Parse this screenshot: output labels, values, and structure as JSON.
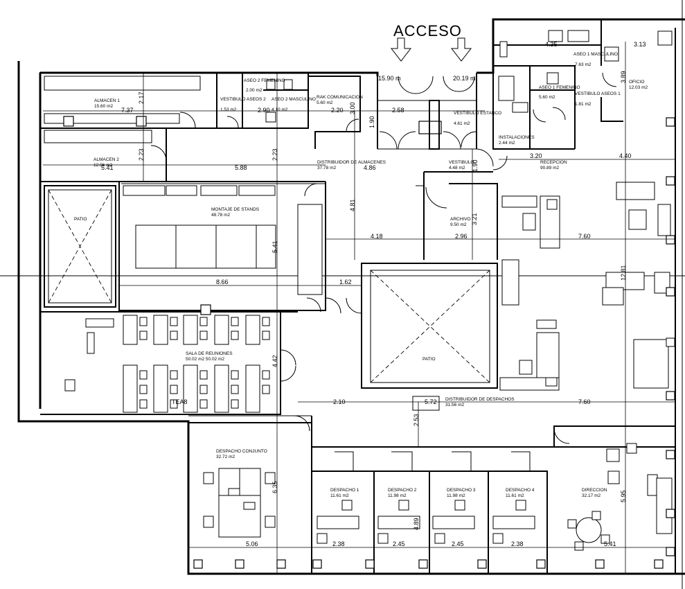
{
  "access": {
    "label": "ACCESO"
  },
  "rooms": [
    {
      "id": "almacen1",
      "name": "ALMACEN 1",
      "area": "15.60 m2"
    },
    {
      "id": "almacen2",
      "name": "ALMACEN 2",
      "area": "12.06 m2"
    },
    {
      "id": "vestibulo-aseos2",
      "name": "VESTIBULO ASEOS 2",
      "area": "1.53 m2"
    },
    {
      "id": "aseo2-femenino",
      "name": "ASEO 2 FEMENINO",
      "area": "2.00 m2"
    },
    {
      "id": "aseo2-masculino",
      "name": "ASEO 2 MASCULINO",
      "area": "4.10 m2"
    },
    {
      "id": "rak",
      "name": "RAK COMUNICACION",
      "area": "5.60 m2"
    },
    {
      "id": "vestibulo-estanco",
      "name": "VESTIBULO ESTANCO",
      "area": "4.61 m2"
    },
    {
      "id": "aseo1-masculino",
      "name": "ASEO 1 MASCULINO",
      "area": "7.63 m2"
    },
    {
      "id": "aseo1-femenino",
      "name": "ASEO 1 FEMENINO",
      "area": "5.60 m2"
    },
    {
      "id": "vestibulo-aseos1",
      "name": "VESTIBULO ASEOS 1",
      "area": "1.81 m2"
    },
    {
      "id": "oficio",
      "name": "OFICIO",
      "area": "12.03 m2"
    },
    {
      "id": "instalaciones",
      "name": "INSTALACIONES",
      "area": "2.44 m2"
    },
    {
      "id": "recepcion",
      "name": "RECEPCION",
      "area": "90.89 m2"
    },
    {
      "id": "distribuidor-almacenes",
      "name": "DISTRIBUIDOR DE ALMACENES",
      "area": "37.78 m2"
    },
    {
      "id": "vestibulo",
      "name": "VESTIBULO",
      "area": "4.48 m2"
    },
    {
      "id": "montaje",
      "name": "MONTAJE DE STANDS",
      "area": "48.78 m2"
    },
    {
      "id": "archivo",
      "name": "ARCHIVO",
      "area": "9.50 m2"
    },
    {
      "id": "patio1",
      "name": "PATIO",
      "area": ""
    },
    {
      "id": "patio2",
      "name": "PATIO",
      "area": ""
    },
    {
      "id": "sala",
      "name": "SALA DE REUNIONES",
      "area": "50.02 m2 50.02 m2"
    },
    {
      "id": "distribuidor-despachos",
      "name": "DISTRIBUIDOR DE DESPACHOS",
      "area": "31.56 m2"
    },
    {
      "id": "despacho-conjunto",
      "name": "DESPACHO CONJUNTO",
      "area": "32.72 m2"
    },
    {
      "id": "despacho1",
      "name": "DESPACHO 1",
      "area": "11.61 m2"
    },
    {
      "id": "despacho2",
      "name": "DESPACHO 2",
      "area": "11.98 m2"
    },
    {
      "id": "despacho3",
      "name": "DESPACHO 3",
      "area": "11.98 m2"
    },
    {
      "id": "despacho4",
      "name": "DESPACHO 4",
      "area": "11.61 m2"
    },
    {
      "id": "direccion",
      "name": "DIRECCION",
      "area": "32.17 m2"
    }
  ],
  "dimensions": {
    "d1": "7.37",
    "d2": "2.17",
    "d3": "2.90",
    "d4": "2.20",
    "d5": "3.00",
    "d6": "1.90",
    "d7": "2.58",
    "d8": "15.90 m",
    "d9": "20.19 m",
    "d10": "4.35",
    "d11": "3.13",
    "d12": "3.89",
    "d13": "2.23",
    "d14": "2.23",
    "d15": "5.41",
    "d16": "5.88",
    "d17": "4.86",
    "d18": "1.90",
    "d19": "3.20",
    "d20": "4.40",
    "d21": "4.81",
    "d22": "3.21",
    "d23": "4.18",
    "d24": "2.96",
    "d25": "7.60",
    "d26": "5.41",
    "d27": "8.66",
    "d28": "1.62",
    "d29": "12.81",
    "d30": "4.42",
    "d31": "2.10",
    "d32": "5.72",
    "d33": "7.60",
    "d34": "2.53",
    "d35": "6.35",
    "d36": "4.89",
    "d37": "5.95",
    "d38": "5.06",
    "d39": "2.38",
    "d40": "2.45",
    "d41": "2.45",
    "d42": "2.38",
    "d43": "5.41",
    "d44": "TEA8"
  }
}
